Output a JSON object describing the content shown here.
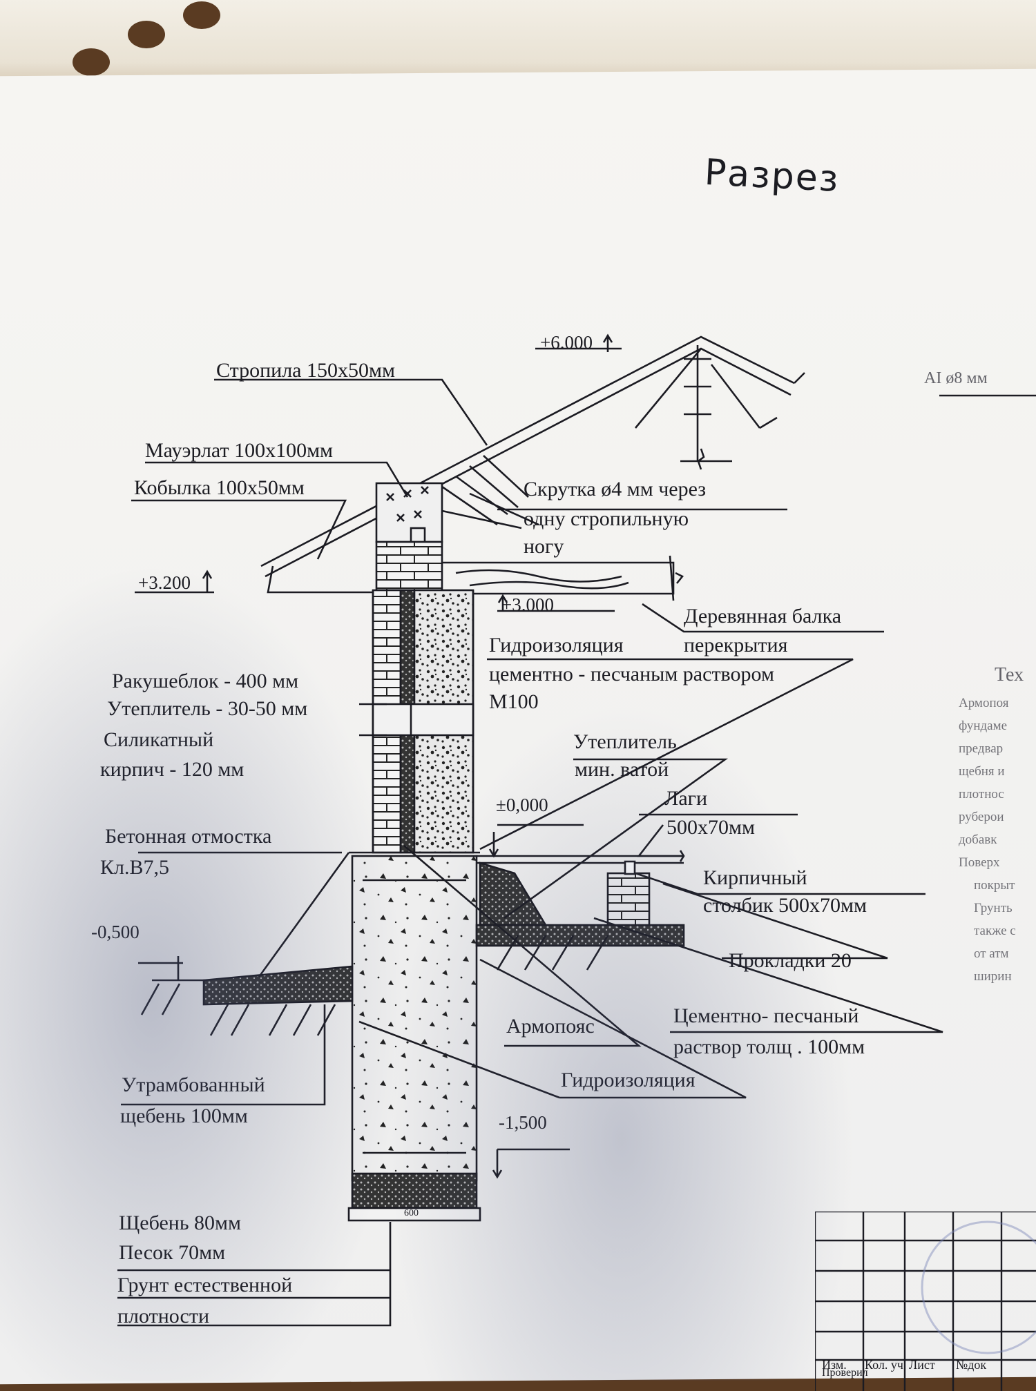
{
  "title": "Разрез",
  "roof": {
    "ridge_mark": "+6.000",
    "rafters": "Стропила  150х50мм",
    "mauerlat": "Мауэрлат  100х100мм",
    "kobylka": "Кобылка 100х50мм",
    "twist_line1": "Скрутка  ø4 мм через",
    "twist_line2": "одну стропильную",
    "twist_line3": "ногу",
    "eave_mark": "+3.200",
    "beam_mark": "+3.000",
    "beam_line1": "Деревянная балка",
    "beam_line2": "перекрытия"
  },
  "wall": {
    "waterproof_line1": "Гидроизоляция",
    "waterproof_line2": "цементно - песчаным раствором",
    "waterproof_line3": "М100",
    "shellblock": "Ракушеблок  - 400  мм",
    "insulation": "Утеплитель   - 30-50  мм",
    "brick_line1": "Силикатный",
    "brick_line2": "кирпич - 120 мм"
  },
  "floor": {
    "insul_line1": "Утеплитель",
    "insul_line2": "мин. ватой",
    "zero_mark": "±0,000",
    "joists_line1": "Лаги",
    "joists_line2": "500х70мм",
    "column_line1": "Кирпичный",
    "column_line2": "столбик  500х70мм",
    "pads": "Прокладки 20",
    "mortar_line1": "Цементно- песчаный",
    "mortar_line2": "раствор толщ   . 100мм"
  },
  "foundation": {
    "blind_line1": "Бетонная отмостка",
    "blind_line2": "Кл.В7,5",
    "mark_0500": "-0,500",
    "rammed_line1": "Утрамбованный",
    "rammed_line2": "щебень  100мм",
    "armopoyas": "Армопояс",
    "waterproofing": "Гидроизоляция",
    "mark_1500": "-1,500",
    "width": "600",
    "gravel": "Щебень 80мм",
    "sand": "Песок 70мм",
    "soil_line1": "Грунт естественной",
    "soil_line2": "плотности"
  },
  "right_fragment": {
    "rebar": "AI ø8 мм",
    "heading": "Тех",
    "lines": [
      "Армопоя",
      "фундаме",
      "предвар",
      "щебня и",
      "плотнос",
      "руберои",
      "добавк",
      "Поверх",
      "покрыт",
      "Грунть",
      "также с",
      "от атм",
      "ширин"
    ]
  },
  "stamp": {
    "izm": "Изм.",
    "kol": "Кол. уч",
    "list": "Лист",
    "ndok": "№док",
    "proveril": "Проверил"
  }
}
